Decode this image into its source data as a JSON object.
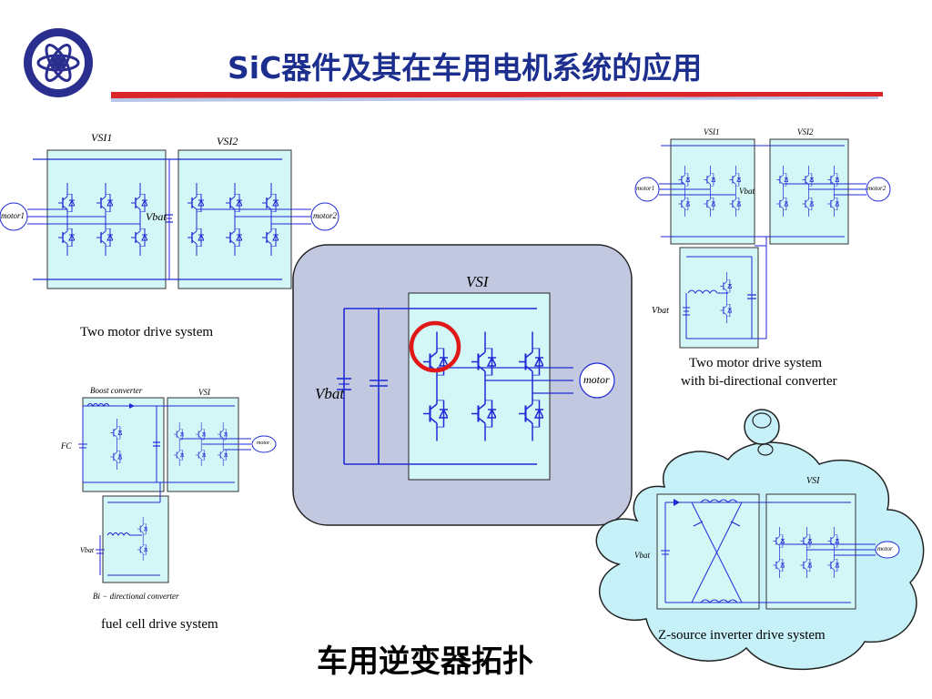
{
  "header": {
    "title": "SiC器件及其在车用电机系统的应用",
    "logo_icon": "cas-logo-icon",
    "rule_color": "#d9262b"
  },
  "subtitle": "车用逆变器拓扑",
  "colors": {
    "wire": "#1f2ad6",
    "panel_fill": "#d3f6f6",
    "center_panel": "#c2c8e0",
    "cloud_fill": "#c6f1f9",
    "highlight": "#e01818"
  },
  "diagrams": {
    "two_motor": {
      "caption": "Two motor drive system",
      "vsi1": "VSI1",
      "vsi2": "VSI2",
      "vbat": "Vbat",
      "motor1": "motor1",
      "motor2": "motor2"
    },
    "center": {
      "vsi": "VSI",
      "vbat": "Vbat",
      "motor": "motor"
    },
    "bidirectional": {
      "caption_line1": "Two motor  drive system",
      "caption_line2": "with bi-directional converter",
      "vsi1": "VSI1",
      "vsi2": "VSI2",
      "vbat_mid": "Vbat",
      "vbat_low": "Vbat",
      "motor1": "motor1",
      "motor2": "motor2"
    },
    "fuel_cell": {
      "caption": "fuel cell drive system",
      "boost": "Boost converter",
      "vsi": "VSI",
      "fc": "FC",
      "vbat": "Vbat",
      "motor": "motor",
      "bidir": "Bi − directional  converter"
    },
    "zsource": {
      "caption": "Z-source inverter drive system",
      "vsi": "VSI",
      "vbat": "Vbat",
      "motor": "motor"
    }
  }
}
